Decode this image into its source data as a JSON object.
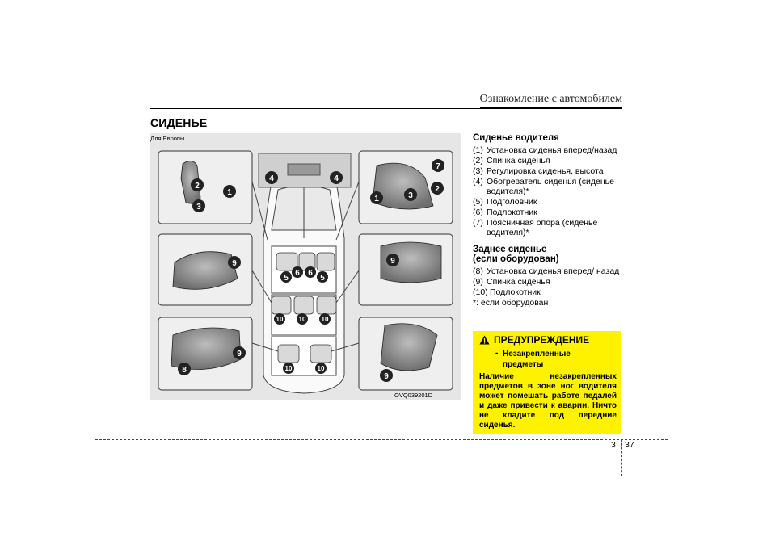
{
  "header": {
    "title": "Ознакомление с автомобилем"
  },
  "section": {
    "title": "СИДЕНЬЕ"
  },
  "figure": {
    "caption": "Для Европы",
    "code": "OVQ039201D",
    "markers": [
      "1",
      "2",
      "3",
      "4",
      "5",
      "6",
      "7",
      "8",
      "9",
      "10"
    ]
  },
  "driver_seat": {
    "title": "Сиденье водителя",
    "items": [
      {
        "num": "(1)",
        "text": "Установка сиденья вперед/назад"
      },
      {
        "num": "(2)",
        "text": "Спинка сиденья"
      },
      {
        "num": "(3)",
        "text": "Регулировка сиденья, высота"
      },
      {
        "num": "(4)",
        "text": "Обогреватель сиденья (сиденье водителя)*"
      },
      {
        "num": "(5)",
        "text": "Подголовник"
      },
      {
        "num": "(6)",
        "text": "Подлокотник"
      },
      {
        "num": "(7)",
        "text": "Поясничная опора (сиденье водителя)*"
      }
    ]
  },
  "rear_seat": {
    "title_line1": "Заднее сиденье",
    "title_line2": "(если оборудован)",
    "items": [
      {
        "num": "(8)",
        "text": "Установка сиденья вперед/ назад"
      },
      {
        "num": "(9)",
        "text": "Спинка сиденья"
      },
      {
        "num": "(10)",
        "text": "Подлокотник"
      }
    ],
    "note": "*: если оборудован"
  },
  "warning": {
    "title": "ПРЕДУПРЕЖДЕНИЕ",
    "dash": "-",
    "subtitle": "Незакрепленные предметы",
    "body": "Наличие незакрепленных предметов в зоне ног водителя может помешать работе педалей и даже привести к аварии. Ничто не кладите под передние сиденья.",
    "bg_color": "#fff200"
  },
  "page": {
    "chapter": "3",
    "number": "37"
  }
}
